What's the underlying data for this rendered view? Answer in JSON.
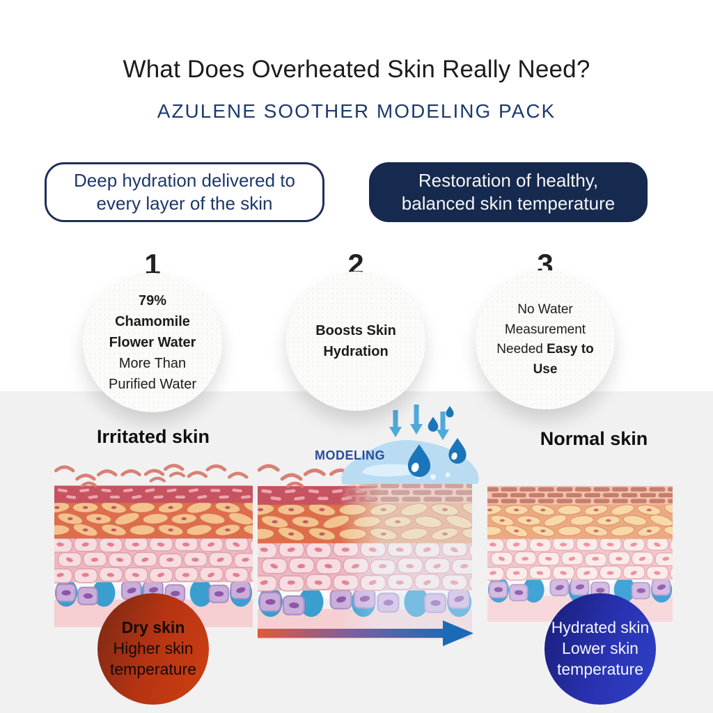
{
  "header": {
    "title": "What Does Overheated Skin Really Need?",
    "subtitle": "AZULENE SOOTHER MODELING PACK"
  },
  "benefits": {
    "left_pill": "Deep hydration delivered to every layer of the skin",
    "right_pill": "Restoration of healthy, balanced skin temperature"
  },
  "steps": {
    "one": {
      "number": "1",
      "bold": "79% Chamomile Flower Water",
      "normal": "More Than Purified Water"
    },
    "two": {
      "number": "2",
      "bold": "Boosts Skin Hydration"
    },
    "three": {
      "number": "3",
      "normal": "No Water Measurement Needed",
      "bold": "Easy to Use"
    }
  },
  "comparison": {
    "left_label": "Irritated skin",
    "right_label": "Normal skin",
    "modeling_label": "MODELING",
    "dry_circle": {
      "bold": "Dry skin",
      "normal": "Higher skin temperature"
    },
    "hydrated_circle": {
      "line1": "Hydrated skin",
      "line2": "Lower skin temperature"
    }
  },
  "colors": {
    "navy": "#16294e",
    "subtitle_blue": "#1d3a6e",
    "modeling_blue": "#2b4d99",
    "drop_blue": "#1a75ba",
    "gel_blue": "#b9dcf2",
    "arrow_gradient_start": "#e0593c",
    "arrow_gradient_end": "#1f6ab5",
    "dry_red": "#b63413",
    "hydrated_blue": "#2a34b4",
    "section_gray": "#f1f1f2"
  }
}
